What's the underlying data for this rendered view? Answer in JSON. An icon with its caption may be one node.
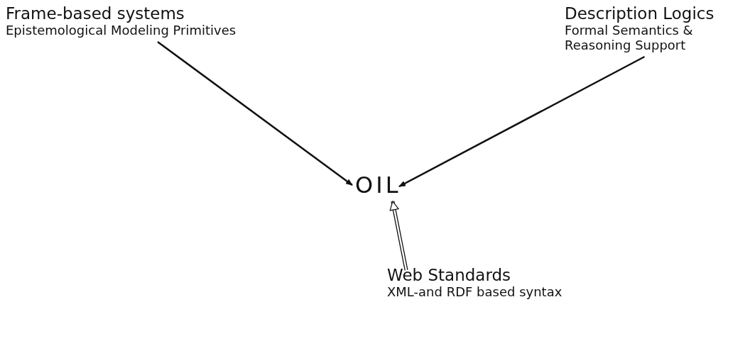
{
  "diagram": {
    "nodes": [
      {
        "text": [
          "Frame-based systems",
          "Epistemological Modeling Primitives"
        ]
      },
      {
        "text": [
          "Description Logics",
          "Formal Semantics & Reasoning Support"
        ]
      },
      {
        "text": [
          "OIL"
        ]
      },
      {
        "text": [
          "Web Standards",
          "XML-and RDF based syntax"
        ]
      }
    ],
    "edges": [
      {
        "from": 0,
        "to": 2,
        "arrow": "to"
      },
      {
        "from": 1,
        "to": 2,
        "arrow": "to"
      },
      {
        "from": 3,
        "to": 2,
        "arrow": "to",
        "style": "thick"
      }
    ]
  }
}
